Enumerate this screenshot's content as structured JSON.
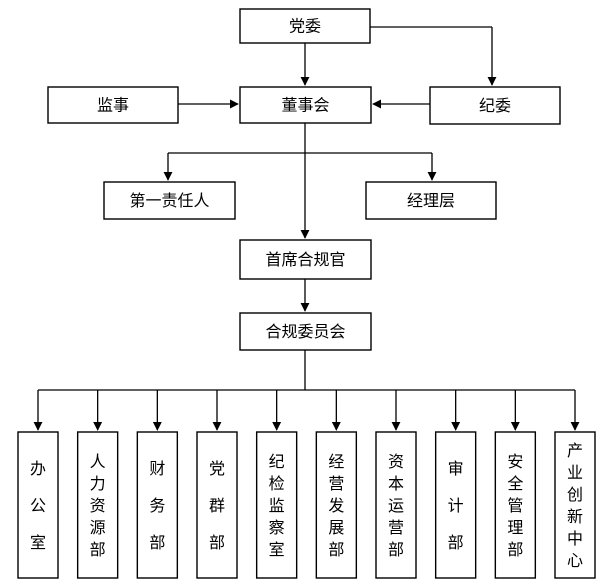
{
  "nodes": {
    "party_committee": "党委",
    "supervisor": "监事",
    "board": "董事会",
    "discipline_committee": "纪委",
    "first_responsible": "第一责任人",
    "management": "经理层",
    "chief_compliance_officer": "首席合规官",
    "compliance_committee": "合规委员会"
  },
  "departments": [
    {
      "label": "办公室"
    },
    {
      "label": "人力资源部"
    },
    {
      "label": "财务部"
    },
    {
      "label": "党群部"
    },
    {
      "label": "纪检监察室"
    },
    {
      "label": "经营发展部"
    },
    {
      "label": "资本运营部"
    },
    {
      "label": "审计部"
    },
    {
      "label": "安全管理部"
    },
    {
      "label": "产业创新中心"
    }
  ]
}
